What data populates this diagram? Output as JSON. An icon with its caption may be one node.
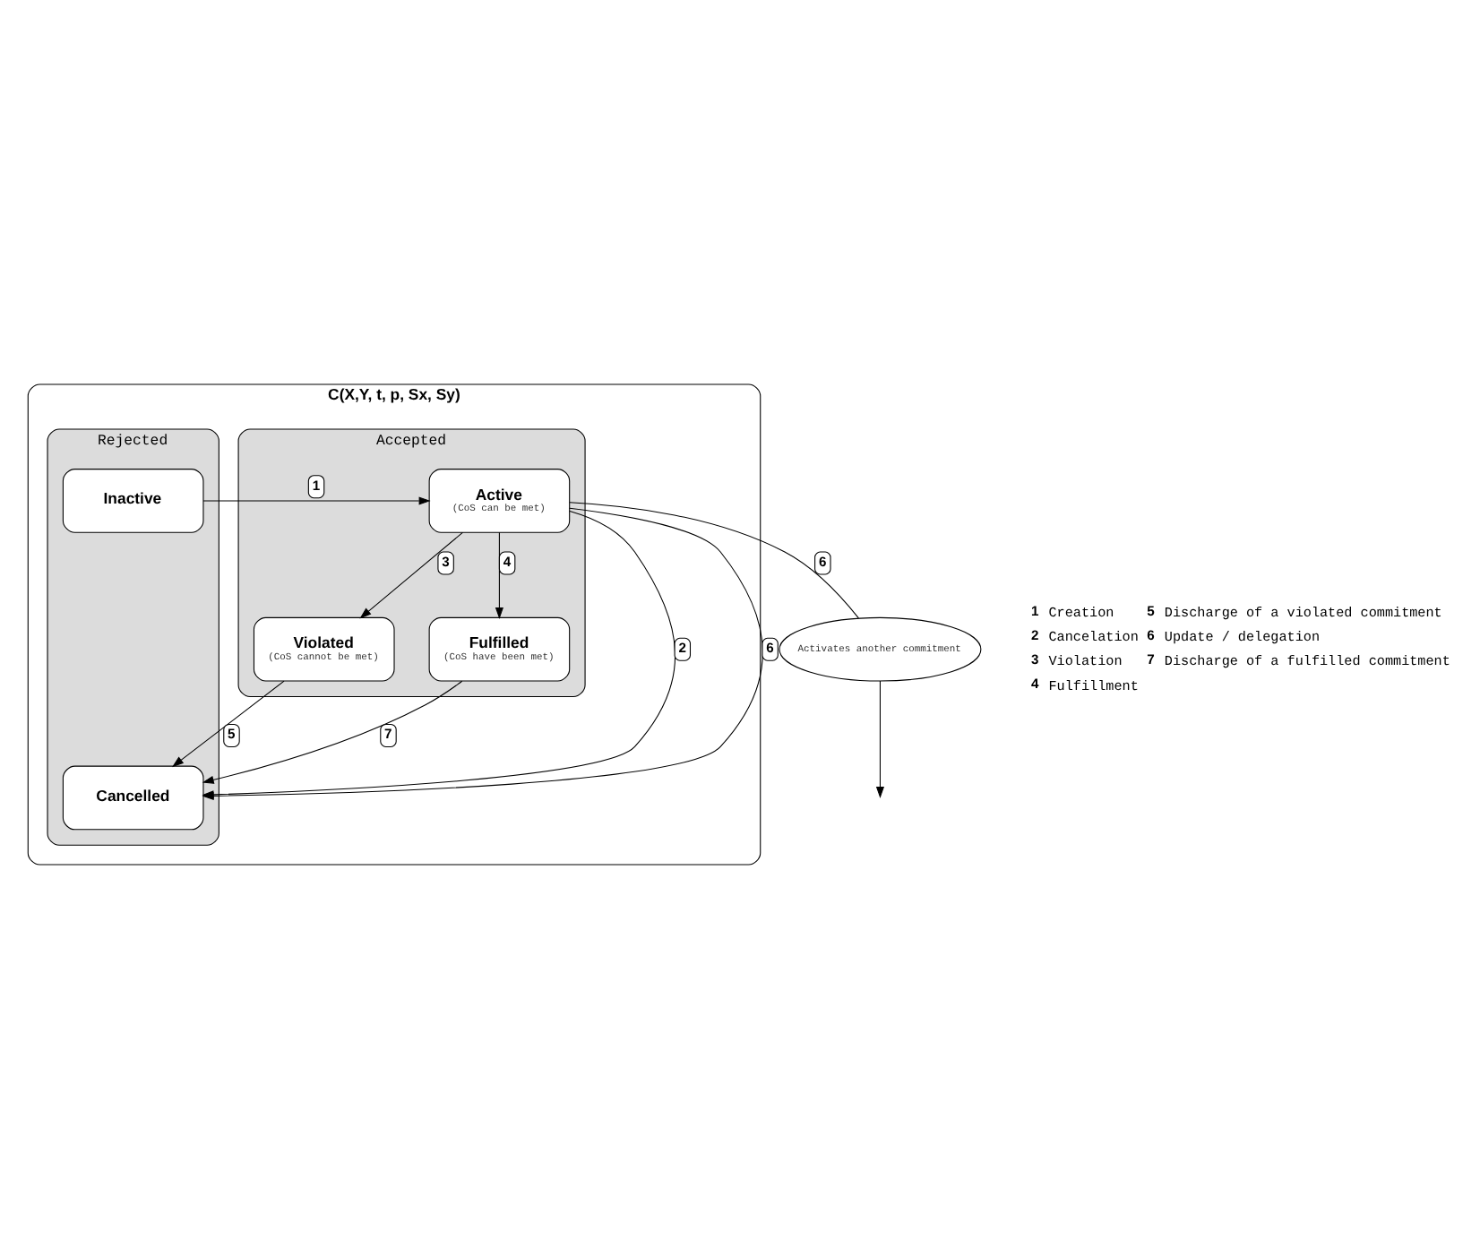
{
  "diagram": {
    "nodes": [
      {
        "text": [
          "C(X,Y, t, p, Sx, Sy)"
        ]
      },
      {
        "text": [
          "Accepted"
        ],
        "in": 0
      },
      {
        "text": [
          "Active",
          "(CoS can be met)"
        ],
        "in": 1
      },
      {
        "text": [
          "Violated",
          "(CoS cannot be met)"
        ],
        "in": 1
      },
      {
        "text": [
          "Fulfilled",
          "(CoS have been met)"
        ],
        "in": 1
      },
      {
        "text": [
          "Rejected"
        ],
        "in": 0
      },
      {
        "text": [
          "Inactive"
        ],
        "in": 5
      },
      {
        "text": [
          "Cancelled"
        ],
        "in": 5
      },
      {
        "text": [
          "Activates another commitment"
        ]
      }
    ],
    "edges": [
      {
        "from": 6,
        "to": 2,
        "arrow": "to",
        "label": "1"
      },
      {
        "from": 2,
        "to": 3,
        "arrow": "to",
        "label": "3"
      },
      {
        "from": 2,
        "to": 4,
        "arrow": "to",
        "label": "4"
      },
      {
        "from": 2,
        "to": 7,
        "arrow": "to",
        "label": "2"
      },
      {
        "from": 2,
        "to": 7,
        "arrow": "to",
        "label": "6"
      },
      {
        "from": 2,
        "to": 8,
        "arrow": "none",
        "label": "6"
      },
      {
        "from": 3,
        "to": 7,
        "arrow": "to",
        "label": "5"
      },
      {
        "from": 4,
        "to": 7,
        "arrow": "to",
        "label": "7"
      },
      {
        "from": 8,
        "to": null,
        "arrow": "to"
      }
    ],
    "labels": [
      "1",
      "Creation",
      "5",
      "Discharge of a violated commitment",
      "2",
      "Cancelation",
      "6",
      "Update / delegation",
      "3",
      "Violation",
      "7",
      "Discharge of a fulfilled commitment",
      "4",
      "Fulfillment"
    ]
  }
}
